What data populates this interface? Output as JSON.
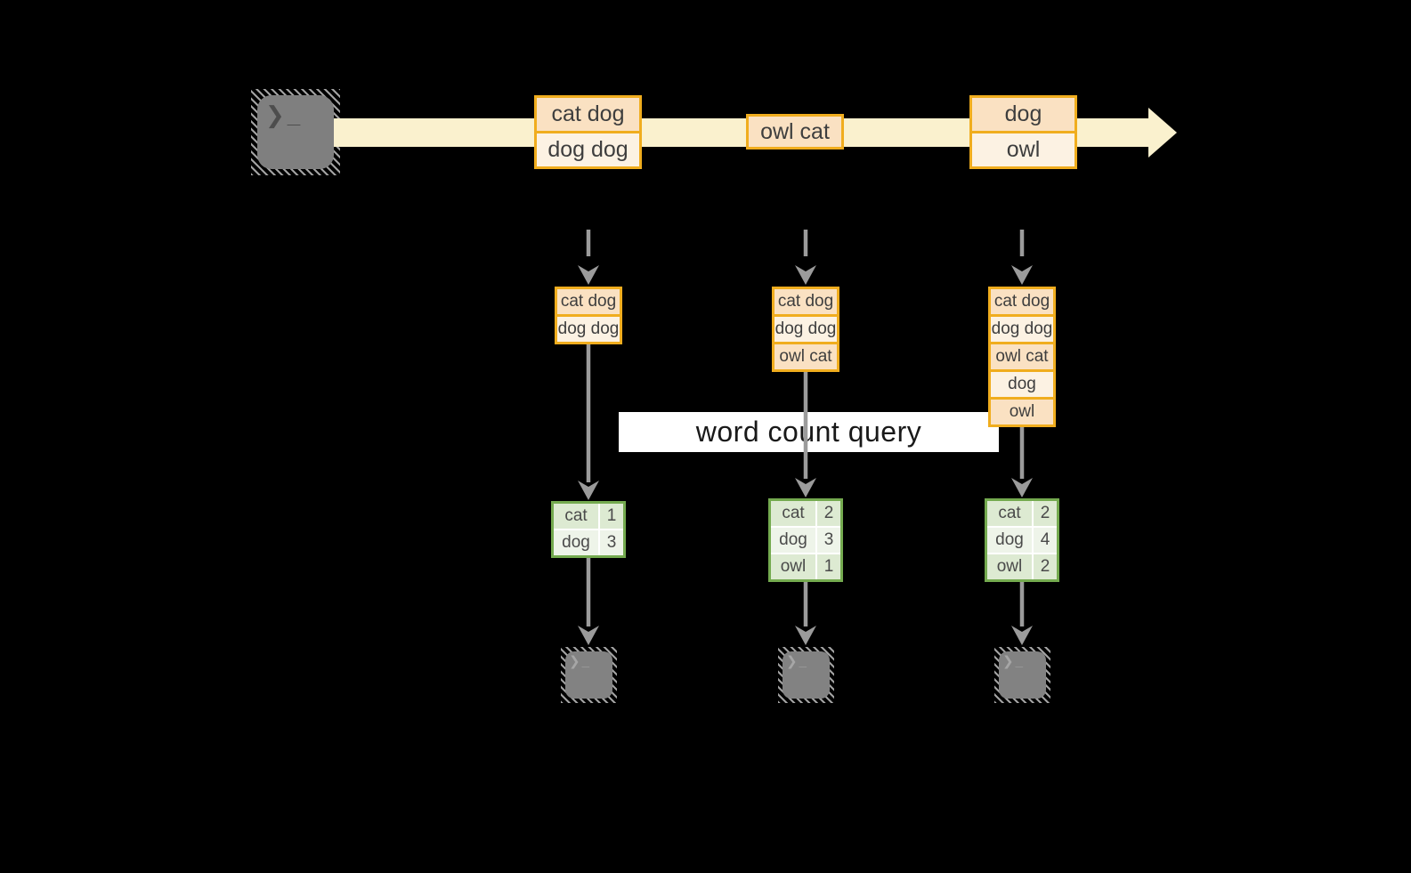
{
  "banner": {
    "label": "word count query"
  },
  "timeline": {
    "batches": [
      {
        "rows": [
          "cat dog",
          "dog dog"
        ]
      },
      {
        "rows": [
          "owl cat"
        ]
      },
      {
        "rows": [
          "dog",
          "owl"
        ]
      }
    ]
  },
  "columns": [
    {
      "stack": [
        "cat dog",
        "dog dog"
      ],
      "table": [
        {
          "word": "cat",
          "count": "1"
        },
        {
          "word": "dog",
          "count": "3"
        }
      ]
    },
    {
      "stack": [
        "cat dog",
        "dog dog",
        "owl cat"
      ],
      "table": [
        {
          "word": "cat",
          "count": "2"
        },
        {
          "word": "dog",
          "count": "3"
        },
        {
          "word": "owl",
          "count": "1"
        }
      ]
    },
    {
      "stack": [
        "cat dog",
        "dog dog",
        "owl cat",
        "dog",
        "owl"
      ],
      "table": [
        {
          "word": "cat",
          "count": "2"
        },
        {
          "word": "dog",
          "count": "4"
        },
        {
          "word": "owl",
          "count": "2"
        }
      ]
    }
  ],
  "icons": {
    "terminal_glyph": "❯_"
  },
  "colors": {
    "background": "#000000",
    "amber_border": "#f0ad1e",
    "peach_fill": "#fae1c2",
    "cream_fill": "#fcf2e3",
    "stream_fill": "#faf1ce",
    "green_border": "#74aa4f",
    "green_fill_dark": "#ddead2",
    "green_fill_light": "#eef4e9",
    "arrow_gray": "#9b9b9b",
    "terminal_gray": "#7f7f7f",
    "banner_bg": "#ffffff",
    "banner_text": "#191919"
  }
}
